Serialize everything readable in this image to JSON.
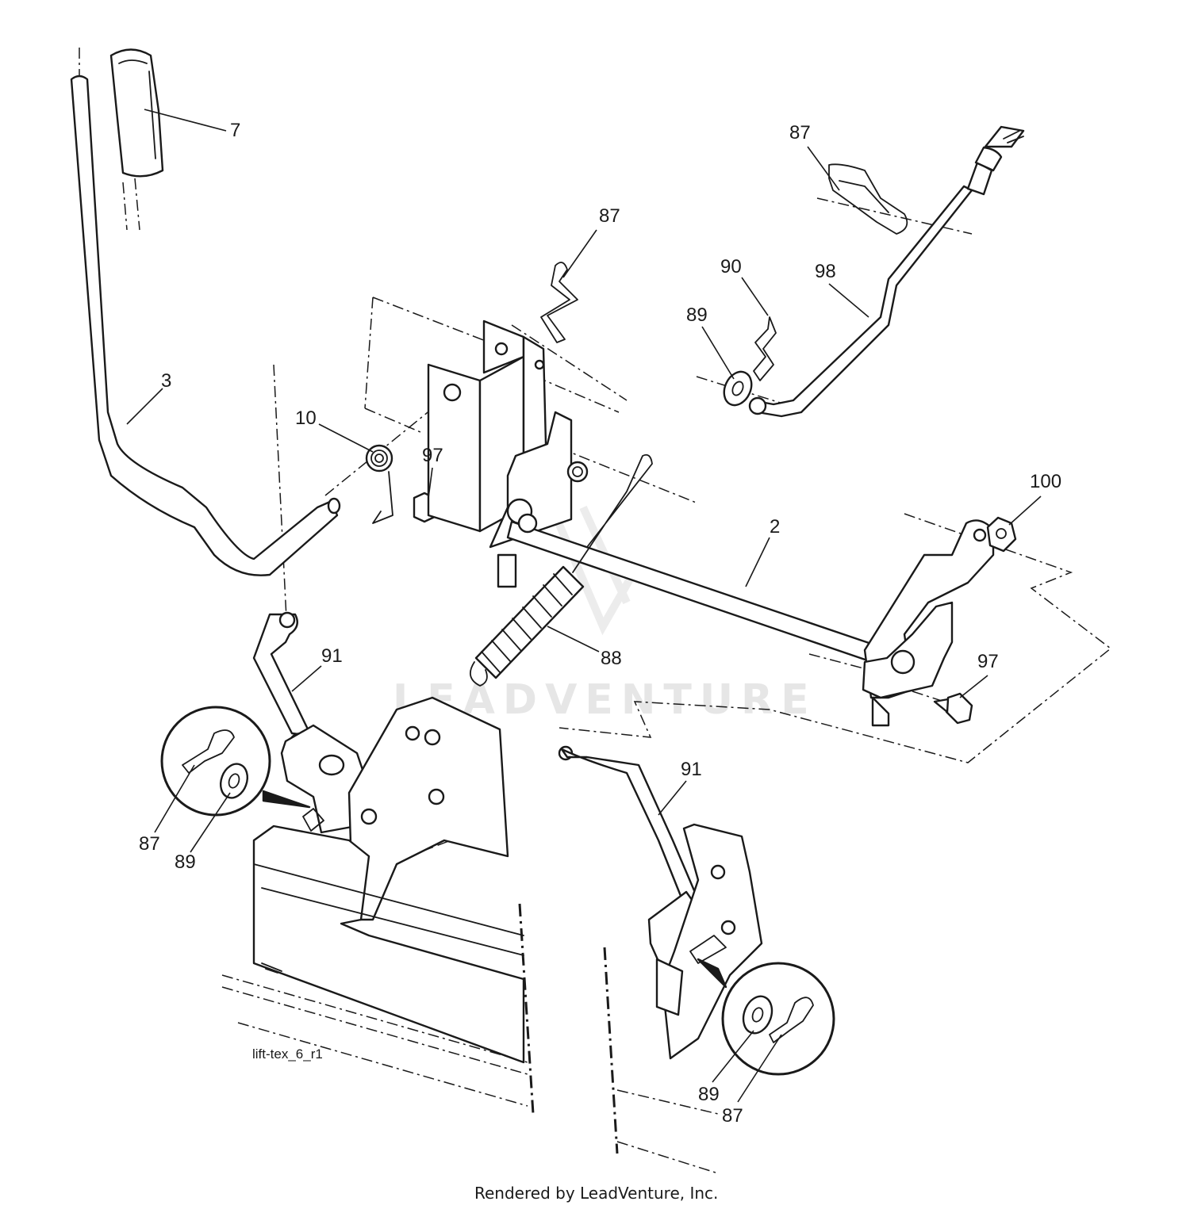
{
  "drawing_code": "lift-tex_6_r1",
  "credit": "Rendered by LeadVenture, Inc.",
  "watermark": "LEADVENTURE",
  "callouts": [
    {
      "id": "c7",
      "text": "7"
    },
    {
      "id": "c3",
      "text": "3"
    },
    {
      "id": "c10",
      "text": "10"
    },
    {
      "id": "c97a",
      "text": "97"
    },
    {
      "id": "c87a",
      "text": "87"
    },
    {
      "id": "c87b",
      "text": "87"
    },
    {
      "id": "c90",
      "text": "90"
    },
    {
      "id": "c98",
      "text": "98"
    },
    {
      "id": "c89a",
      "text": "89"
    },
    {
      "id": "c100",
      "text": "100"
    },
    {
      "id": "c2",
      "text": "2"
    },
    {
      "id": "c88",
      "text": "88"
    },
    {
      "id": "c97b",
      "text": "97"
    },
    {
      "id": "c91a",
      "text": "91"
    },
    {
      "id": "c91b",
      "text": "91"
    },
    {
      "id": "c87c",
      "text": "87"
    },
    {
      "id": "c89b",
      "text": "89"
    },
    {
      "id": "c89c",
      "text": "89"
    },
    {
      "id": "c87d",
      "text": "87"
    }
  ]
}
